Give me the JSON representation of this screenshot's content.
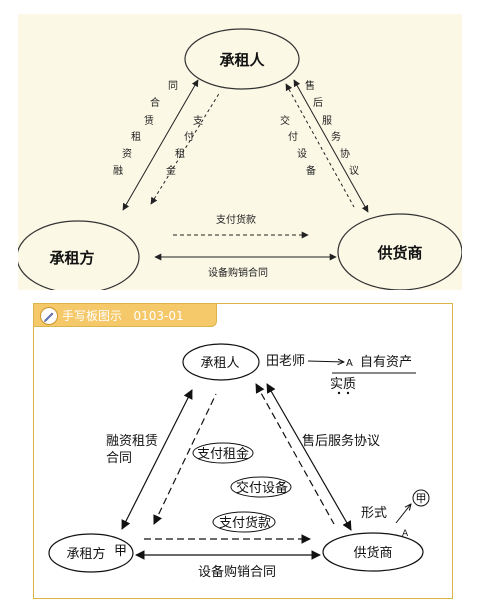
{
  "top_diagram": {
    "nodes": {
      "lessor": "承租人",
      "lessee": "承租方",
      "supplier": "供货商"
    },
    "edge_labels": {
      "financing_lease_contract": "同合赁租资融",
      "pay_rent": "支付租金",
      "deliver_equipment": "交付设备",
      "after_sales_agreement": "售后服务协议",
      "pay_goods": "支付货款",
      "purchase_contract": "设备购销合同"
    }
  },
  "bottom_diagram": {
    "tab_title": "手写板图示",
    "tab_code": "0103-01",
    "nodes": {
      "lessor": "承租人",
      "lessee": "承租方",
      "supplier": "供货商"
    },
    "handwriting": {
      "teacher": "田老师",
      "own_assets": "自有资产",
      "substance": "实质",
      "mark_a": "A",
      "mark_a2": "A",
      "jia_lessee": "甲",
      "jia_circle": "甲",
      "form": "形式"
    },
    "edge_labels": {
      "financing_lease_contract_line1": "融资租赁",
      "financing_lease_contract_line2": "合同",
      "pay_rent": "支付租金",
      "deliver_equipment": "交付设备",
      "after_sales_agreement": "售后服务协议",
      "pay_goods": "支付货款",
      "purchase_contract": "设备购销合同"
    }
  }
}
